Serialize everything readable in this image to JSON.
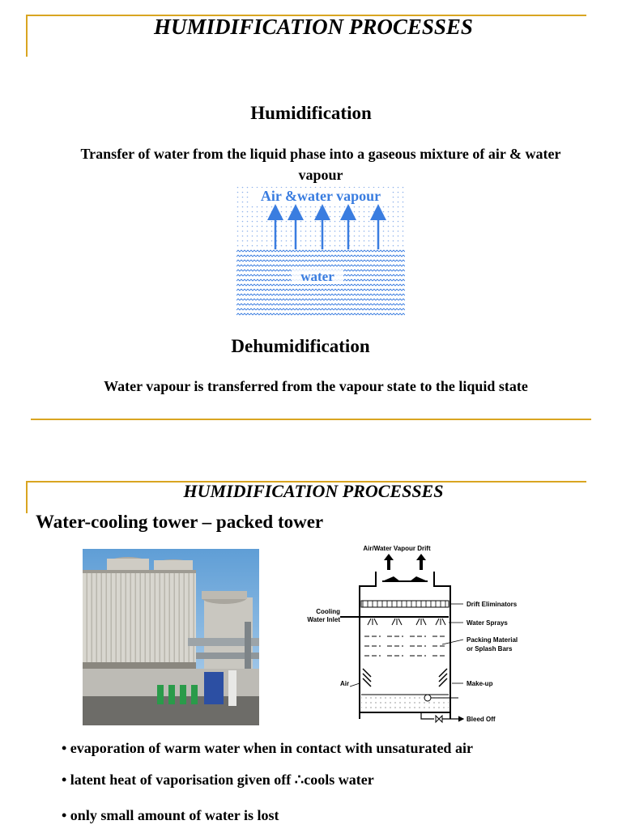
{
  "slide1": {
    "title": "HUMIDIFICATION PROCESSES",
    "humidification_heading": "Humidification",
    "humidification_text": "Transfer of water from the liquid phase into a gaseous mixture of air & water vapour",
    "diagram": {
      "air_label": "Air &water vapour",
      "water_label": "water"
    },
    "dehumidification_heading": "Dehumidification",
    "dehumidification_text": "Water vapour is transferred from the vapour state to the liquid state"
  },
  "slide2": {
    "title": "HUMIDIFICATION PROCESSES",
    "subtitle": "Water-cooling tower – packed tower",
    "diagram_labels": {
      "top": "Air/Water Vapour Drift",
      "drift": "Drift Eliminators",
      "cooling_1": "Cooling",
      "cooling_2": "Water Inlet",
      "sprays": "Water Sprays",
      "packing_1": "Packing Material",
      "packing_2": "or Splash Bars",
      "air": "Air",
      "makeup": "Make-up",
      "bleed": "Bleed Off"
    },
    "bullets": [
      "• evaporation of warm water when in contact with unsaturated air",
      "• latent heat of vaporisation given off ∴cools water",
      "• only small amount of water is lost"
    ]
  },
  "colors": {
    "accent_rule": "#d9a521",
    "diagram_blue": "#3a7de0"
  }
}
